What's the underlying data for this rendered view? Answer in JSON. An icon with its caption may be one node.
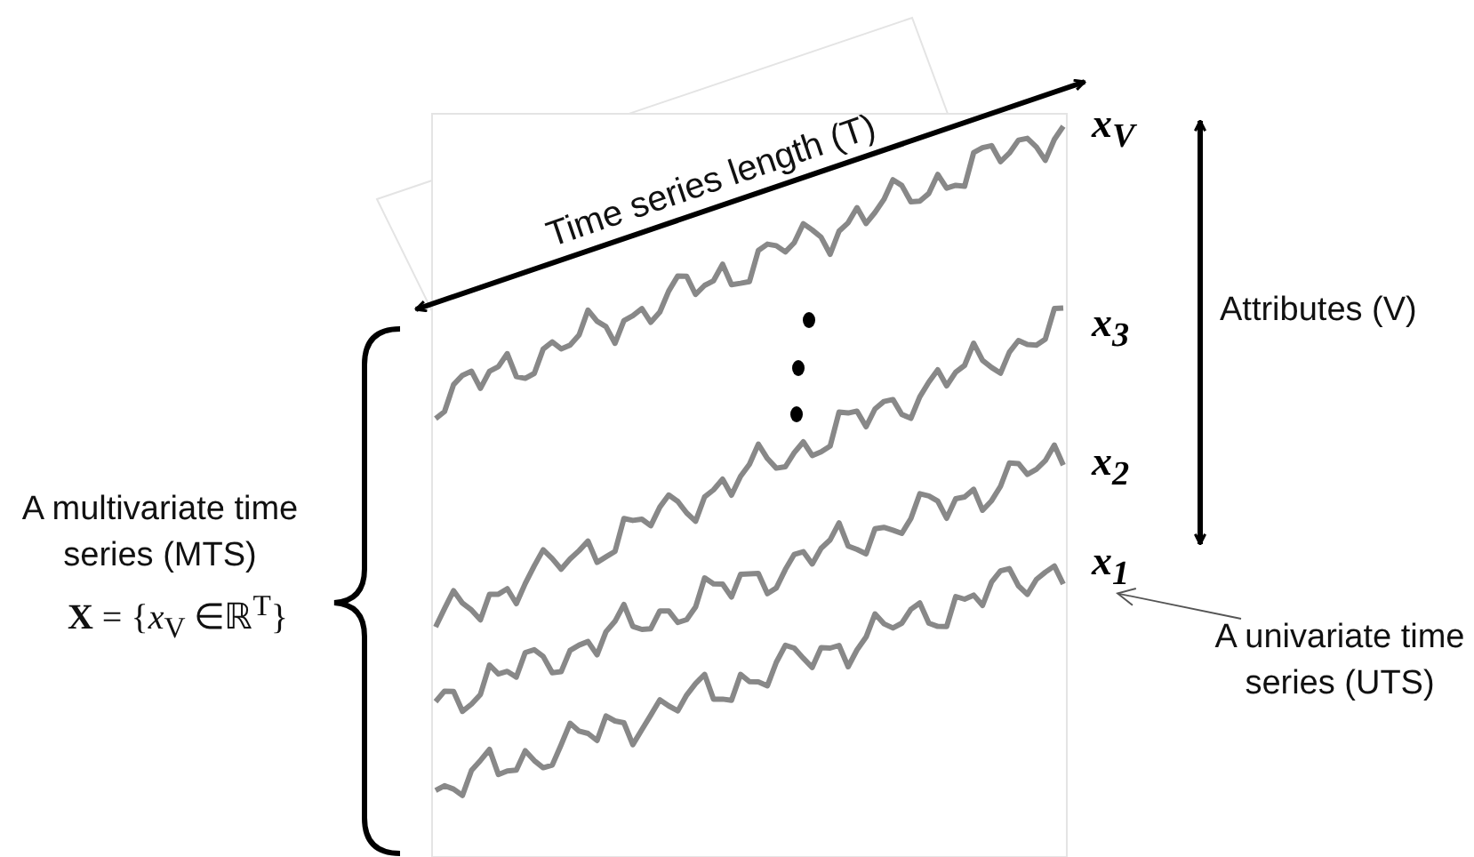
{
  "diagram": {
    "nodes": [
      {
        "text": [
          "x$_{V}$"
        ]
      },
      {
        "text": [
          "x$_{3}$"
        ]
      },
      {
        "text": [
          "x$_{2}$"
        ]
      },
      {
        "text": [
          "x$_{1}$"
        ]
      },
      {
        "text": [
          "A univariate time series (UTS)"
        ]
      }
    ],
    "edges": [
      {
        "from": 4,
        "to": 3,
        "arrow": "to"
      }
    ],
    "labels": [
      "Time series length (T)",
      "Attributes (V)",
      "A multivariate time series (MTS)",
      "**X** = {*x*$_{V}$ ∈ℝ$^{T}$}"
    ]
  }
}
